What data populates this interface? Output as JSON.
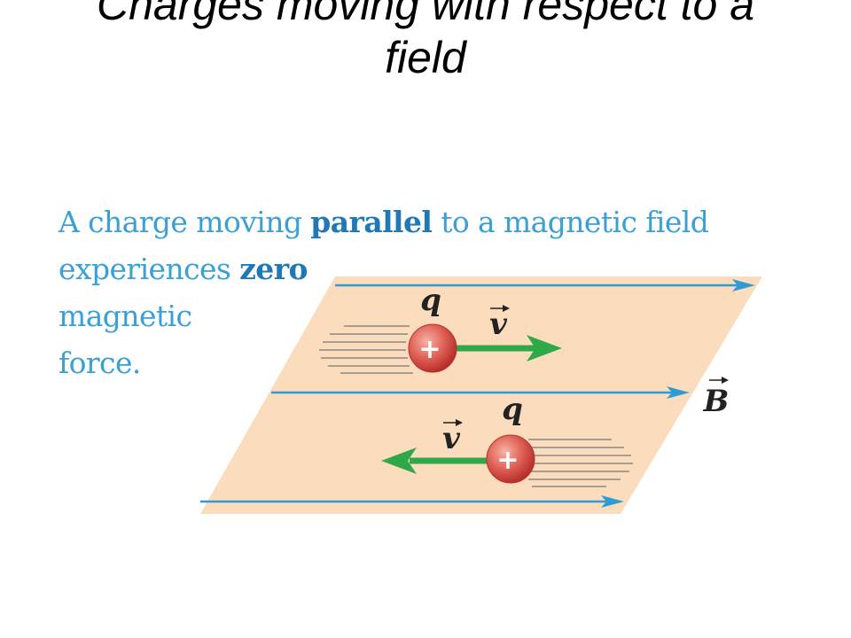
{
  "title": {
    "line1": "Charges moving with respect to a",
    "line2": "field"
  },
  "caption": {
    "line1_a": "A charge moving ",
    "line1_b": "parallel",
    "line1_c": " to a magnetic field",
    "line2_a": "experiences ",
    "line2_b": "zero",
    "line3": "magnetic",
    "line4": "force."
  },
  "diagram": {
    "charge_symbol": "+",
    "charge_label": "q",
    "velocity_label": "v",
    "field_label": "B",
    "colors": {
      "plane": "#fbdcbc",
      "field_line": "#2f9bd6",
      "velocity_arrow": "#2fa84a",
      "charge": "#d94b48",
      "caption": "#3aa0d6"
    }
  }
}
